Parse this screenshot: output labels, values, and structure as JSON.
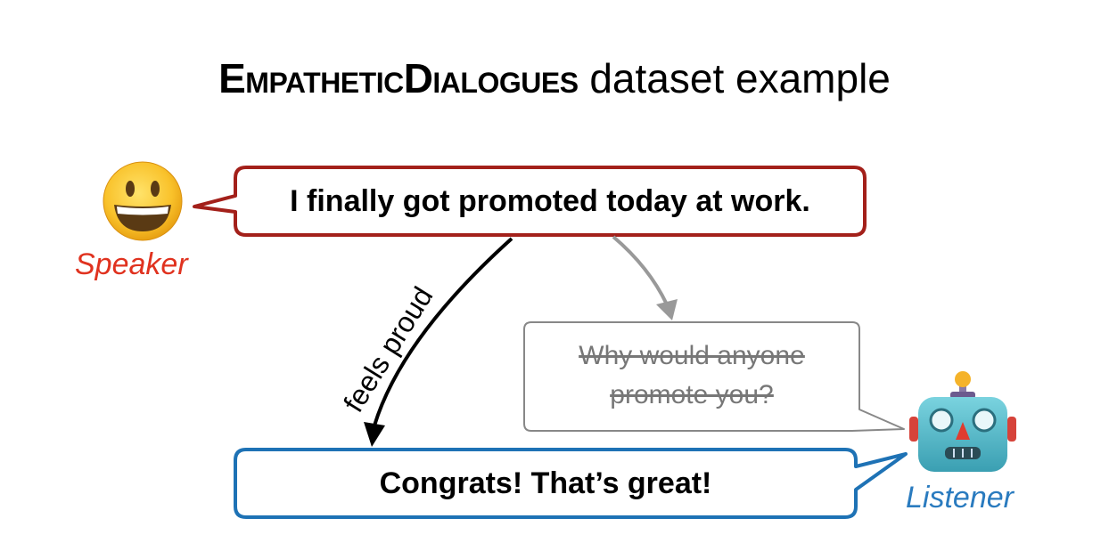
{
  "title": {
    "bold_part": "EmpatheticDialogues",
    "rest": "dataset example"
  },
  "speaker": {
    "label": "Speaker",
    "icon": "grinning-face-icon",
    "utterance": "I finally got promoted today at work.",
    "color": "#e0321f",
    "bubble_border": "#a3201a"
  },
  "edge": {
    "emotion_label": "feels proud"
  },
  "bad_response": {
    "line1": "Why would anyone",
    "line2": "promote you?",
    "color": "#777777"
  },
  "listener": {
    "label": "Listener",
    "icon": "robot-face-icon",
    "utterance": "Congrats! That’s great!",
    "color": "#2a7bbf",
    "bubble_border": "#1e72b5"
  }
}
